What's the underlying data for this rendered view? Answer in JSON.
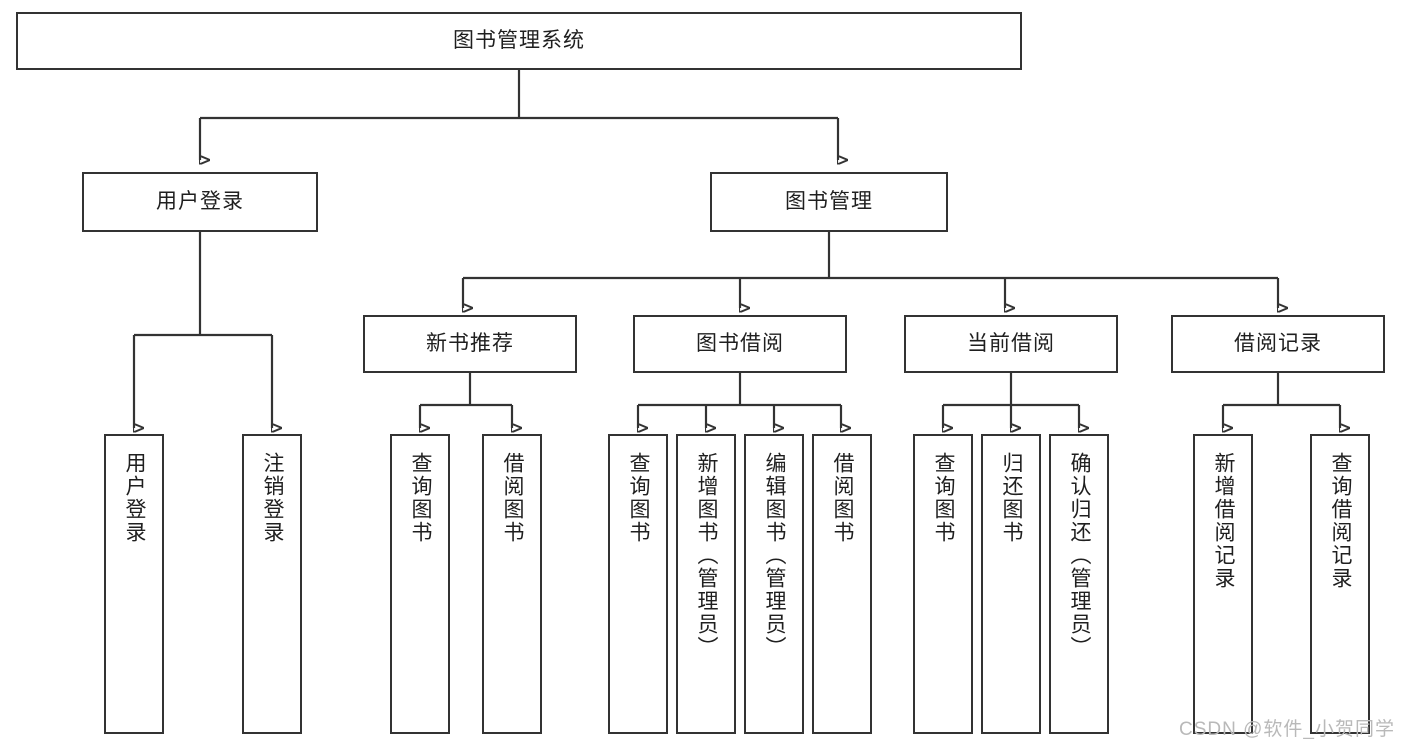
{
  "diagram": {
    "title": "图书管理系统",
    "type": "tree-hierarchy-chart",
    "colors": {
      "box_stroke": "#333333",
      "box_fill": "#ffffff",
      "edge": "#333333",
      "text": "#1f1f1f",
      "watermark": "#b9b9b9",
      "background": "#ffffff"
    },
    "nodes": {
      "root": {
        "label": "图书管理系统",
        "level": 1
      },
      "level2": [
        {
          "id": "user-login",
          "label": "用户登录"
        },
        {
          "id": "book-manage",
          "label": "图书管理"
        }
      ],
      "level3": [
        {
          "id": "new-book-recommend",
          "label": "新书推荐"
        },
        {
          "id": "book-borrow",
          "label": "图书借阅"
        },
        {
          "id": "current-borrow",
          "label": "当前借阅"
        },
        {
          "id": "borrow-record",
          "label": "借阅记录"
        }
      ],
      "leaves": {
        "user-login": [
          {
            "id": "leaf-user-login",
            "label": "用户登录"
          },
          {
            "id": "leaf-logout-login",
            "label": "注销登录"
          }
        ],
        "new-book-recommend": [
          {
            "id": "leaf-query-book-1",
            "label": "查询图书"
          },
          {
            "id": "leaf-borrow-book-1",
            "label": "借阅图书"
          }
        ],
        "book-borrow": [
          {
            "id": "leaf-query-book-2",
            "label": "查询图书"
          },
          {
            "id": "leaf-add-book",
            "label": "新增图书（管理员）"
          },
          {
            "id": "leaf-edit-book",
            "label": "编辑图书（管理员）"
          },
          {
            "id": "leaf-borrow-book-2",
            "label": "借阅图书"
          }
        ],
        "current-borrow": [
          {
            "id": "leaf-query-book-3",
            "label": "查询图书"
          },
          {
            "id": "leaf-return-book",
            "label": "归还图书"
          },
          {
            "id": "leaf-confirm-return",
            "label": "确认归还（管理员）"
          }
        ],
        "borrow-record": [
          {
            "id": "leaf-add-record",
            "label": "新增借阅记录"
          },
          {
            "id": "leaf-query-record",
            "label": "查询借阅记录"
          }
        ]
      }
    },
    "watermark": "CSDN @软件_小贺同学"
  }
}
